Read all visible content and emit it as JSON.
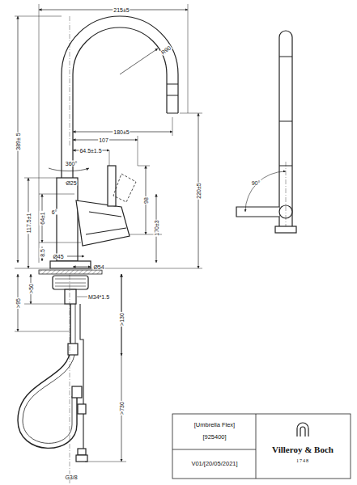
{
  "diagram": {
    "labels": [
      "215±5",
      "R90",
      "180±5",
      "107",
      "64.5±1.5",
      "389± 5",
      "360°",
      "Ø25",
      "98",
      "220±5",
      "6°",
      "64±1",
      "117.5±1",
      "170±3",
      "8.5",
      "Ø45",
      "Ø54",
      ">50",
      "M34*1.5",
      ">95",
      ">130",
      ">730",
      "G3/8",
      "90°",
      "[Umbrella Flex]",
      "[925400]",
      "V01/[20/05/2021]",
      "Villeroy & Boch",
      "1748"
    ]
  }
}
